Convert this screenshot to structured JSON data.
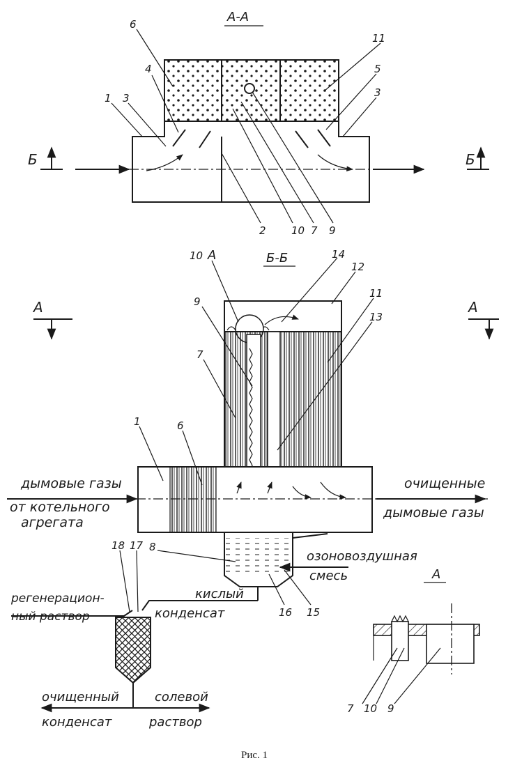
{
  "figure": {
    "caption": "Рис. 1",
    "section_aa": {
      "title": "А-А",
      "cut_left": "Б",
      "cut_right": "Б"
    },
    "section_bb": {
      "title": "Б-Б",
      "cut_left": "А",
      "cut_right": "А"
    },
    "detail": {
      "title": "А"
    },
    "positions_aa": [
      "6",
      "4",
      "1",
      "3",
      "5",
      "3",
      "11",
      "2",
      "10",
      "7",
      "9"
    ],
    "positions_bb": [
      "10",
      "A",
      "14",
      "12",
      "9",
      "11",
      "13",
      "7",
      "1",
      "6",
      "8",
      "18",
      "17",
      "16",
      "15"
    ],
    "positions_detail": [
      "7",
      "10",
      "9"
    ],
    "labels": {
      "flue_in_1": "дымовые газы",
      "flue_in_2": "от котельного",
      "flue_in_3": "агрегата",
      "clean_out_1": "очищенные",
      "clean_out_2": "дымовые газы",
      "ozone_1": "озоновоздушная",
      "ozone_2": "смесь",
      "regen_1": "регенерацион-",
      "regen_2": "ный раствор",
      "acid_1": "кислый",
      "acid_2": "конденсат",
      "clean_cond_1": "очищенный",
      "clean_cond_2": "конденсат",
      "salt_1": "солевой",
      "salt_2": "раствор"
    }
  }
}
